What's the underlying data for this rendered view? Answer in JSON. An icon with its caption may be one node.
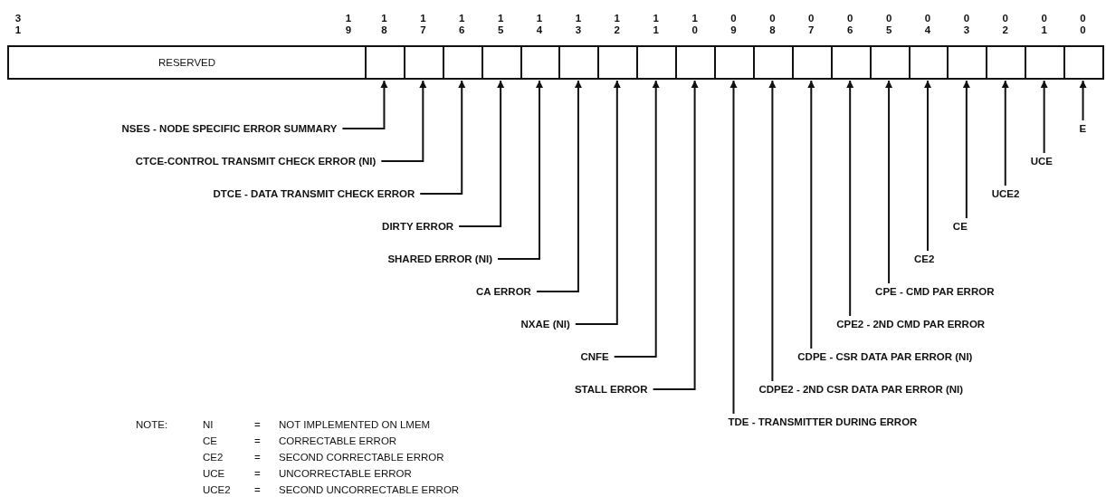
{
  "diagram": {
    "nodes": [
      {
        "text": [
          "RESERVED"
        ]
      },
      {
        "text": [],
        "shape": "box"
      },
      {
        "text": [],
        "shape": "box"
      },
      {
        "text": [],
        "shape": "box"
      },
      {
        "text": [],
        "shape": "box"
      },
      {
        "text": [],
        "shape": "box"
      },
      {
        "text": [],
        "shape": "box"
      },
      {
        "text": [],
        "shape": "box"
      },
      {
        "text": [],
        "shape": "box"
      },
      {
        "text": [],
        "shape": "box"
      },
      {
        "text": [],
        "shape": "box"
      },
      {
        "text": [],
        "shape": "box"
      },
      {
        "text": [],
        "shape": "box"
      },
      {
        "text": [],
        "shape": "box"
      },
      {
        "text": [],
        "shape": "box"
      },
      {
        "text": [],
        "shape": "box"
      },
      {
        "text": [],
        "shape": "box"
      },
      {
        "text": [],
        "shape": "box"
      },
      {
        "text": [],
        "shape": "box"
      },
      {
        "text": [],
        "shape": "box"
      },
      {
        "text": [
          "NSES - NODE SPECIFIC ERROR SUMMARY"
        ]
      },
      {
        "text": [
          "E"
        ]
      },
      {
        "text": [
          "CTCE-CONTROL TRANSMIT CHECK ERROR (NI)"
        ]
      },
      {
        "text": [
          "UCE"
        ]
      },
      {
        "text": [
          "DTCE - DATA TRANSMIT CHECK ERROR"
        ]
      },
      {
        "text": [
          "UCE2"
        ]
      },
      {
        "text": [
          "DIRTY ERROR"
        ]
      },
      {
        "text": [
          "CE"
        ]
      },
      {
        "text": [
          "SHARED ERROR (NI)"
        ]
      },
      {
        "text": [
          "CE2"
        ]
      },
      {
        "text": [
          "CA ERROR"
        ]
      },
      {
        "text": [
          "CPE - CMD PAR ERROR"
        ]
      },
      {
        "text": [
          "NXAE (NI)"
        ]
      },
      {
        "text": [
          "CPE2 - 2ND CMD PAR ERROR"
        ]
      },
      {
        "text": [
          "CNFE"
        ]
      },
      {
        "text": [
          "CDPE - CSR DATA PAR ERROR (NI)"
        ]
      },
      {
        "text": [
          "STALL ERROR"
        ]
      },
      {
        "text": [
          "CDPE2 - 2ND CSR DATA PAR ERROR (NI)"
        ]
      },
      {
        "text": [
          "TDE - TRANSMITTER DURING ERROR"
        ]
      }
    ],
    "edges": [
      {
        "from": 20,
        "to": 1,
        "arrow": "to"
      },
      {
        "from": 21,
        "to": 19,
        "arrow": "to"
      },
      {
        "from": 22,
        "to": 2,
        "arrow": "to"
      },
      {
        "from": 23,
        "to": 18,
        "arrow": "to"
      },
      {
        "from": 24,
        "to": 3,
        "arrow": "to"
      },
      {
        "from": 25,
        "to": 17,
        "arrow": "to"
      },
      {
        "from": 26,
        "to": 4,
        "arrow": "to"
      },
      {
        "from": 27,
        "to": 16,
        "arrow": "to"
      },
      {
        "from": 28,
        "to": 5,
        "arrow": "to"
      },
      {
        "from": 29,
        "to": 15,
        "arrow": "to"
      },
      {
        "from": 30,
        "to": 6,
        "arrow": "to"
      },
      {
        "from": 31,
        "to": 14,
        "arrow": "to"
      },
      {
        "from": 32,
        "to": 7,
        "arrow": "to"
      },
      {
        "from": 33,
        "to": 13,
        "arrow": "to"
      },
      {
        "from": 34,
        "to": 8,
        "arrow": "to"
      },
      {
        "from": 35,
        "to": 12,
        "arrow": "to"
      },
      {
        "from": 36,
        "to": 9,
        "arrow": "to"
      },
      {
        "from": 37,
        "to": 11,
        "arrow": "to"
      },
      {
        "from": 38,
        "to": 10,
        "arrow": "to"
      }
    ],
    "labels": [
      "3 1",
      "1 9",
      "1 8",
      "1 7",
      "1 6",
      "1 5",
      "1 4",
      "1 3",
      "1 2",
      "1 1",
      "1 0",
      "0 9",
      "0 8",
      "0 7",
      "0 6",
      "0 5",
      "0 4",
      "0 3",
      "0 2",
      "0 1",
      "0 0",
      "NOTE:",
      "NI",
      "=",
      "NOT IMPLEMENTED ON LMEM",
      "CE",
      "=",
      "CORRECTABLE ERROR",
      "CE2",
      "=",
      "SECOND CORRECTABLE ERROR",
      "UCE",
      "=",
      "UNCORRECTABLE ERROR",
      "UCE2",
      "=",
      "SECOND UNCORRECTABLE ERROR"
    ]
  }
}
